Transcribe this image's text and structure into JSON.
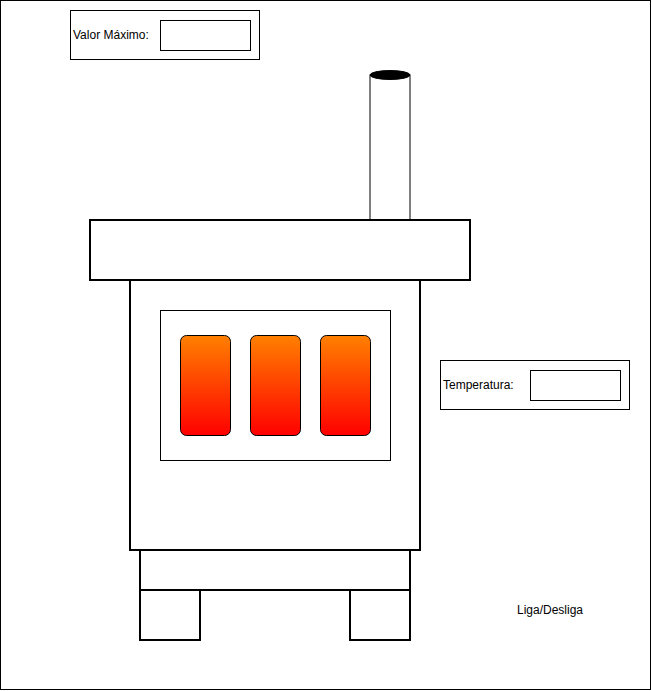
{
  "diagram": {
    "nodes": [
      {
        "text": [
          "Valor Máximo:"
        ]
      },
      {
        "text": [
          "Temperatura:"
        ]
      }
    ],
    "labels": [
      "Liga/Desliga"
    ]
  }
}
